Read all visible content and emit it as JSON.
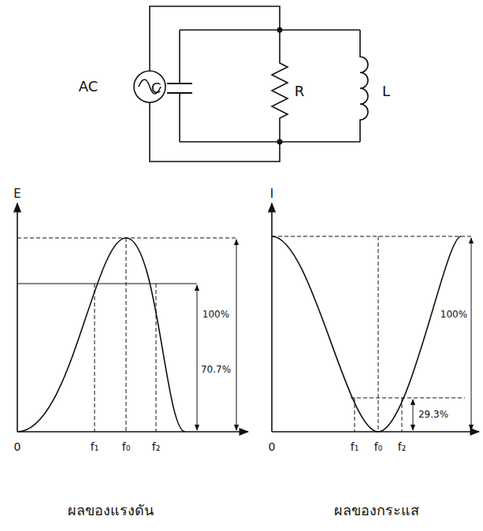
{
  "diagram": {
    "labels": [
      "AC",
      "C",
      "R",
      "L",
      "E",
      "0",
      "f₁",
      "f₀",
      "f₂",
      "100%",
      "70.7%",
      "ผลของแรงดัน",
      "I",
      "0",
      "f₁",
      "f₀",
      "f₂",
      "100%",
      "29.3%",
      "ผลของกระแส"
    ]
  }
}
